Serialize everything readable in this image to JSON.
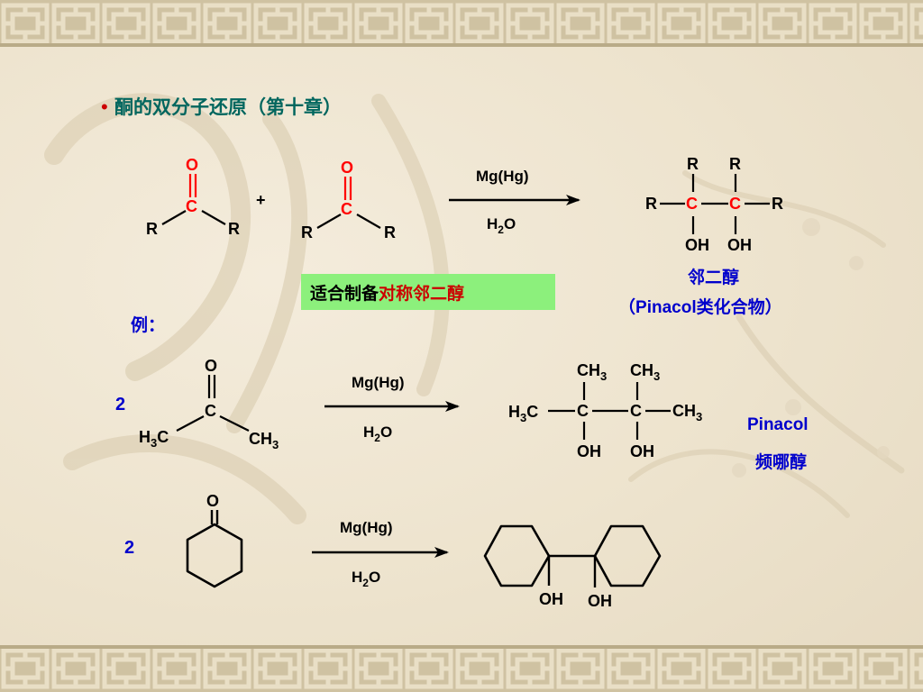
{
  "colors": {
    "text": "#000000",
    "accent_red": "#ff0000",
    "label_blue": "#0000cc",
    "heading_teal": "#00665e",
    "note_box_bg": "#8cf07c",
    "note_red_text": "#cc0000",
    "bullet": "#cc0000"
  },
  "heading": {
    "bullet": "•",
    "text": "酮的双分子还原（第十章）"
  },
  "atoms": {
    "O": "O",
    "C": "C",
    "R": "R",
    "OH": "OH",
    "plus": "+",
    "H": "H",
    "sub3": "3",
    "sub2": "2"
  },
  "reaction": {
    "reagent": "Mg(Hg)",
    "water_h": "H",
    "water_o": "O"
  },
  "product_general": {
    "name_cn": "邻二醇",
    "name_en_open": "（",
    "name_en_bold": "Pinacol",
    "name_en_rest": "类化合物）"
  },
  "note": {
    "part1": "适合制备",
    "part2": "对称邻二醇"
  },
  "example": {
    "label": "例：",
    "coef": "2"
  },
  "pinacol": {
    "name_en": "Pinacol",
    "name_cn": "频哪醇"
  }
}
